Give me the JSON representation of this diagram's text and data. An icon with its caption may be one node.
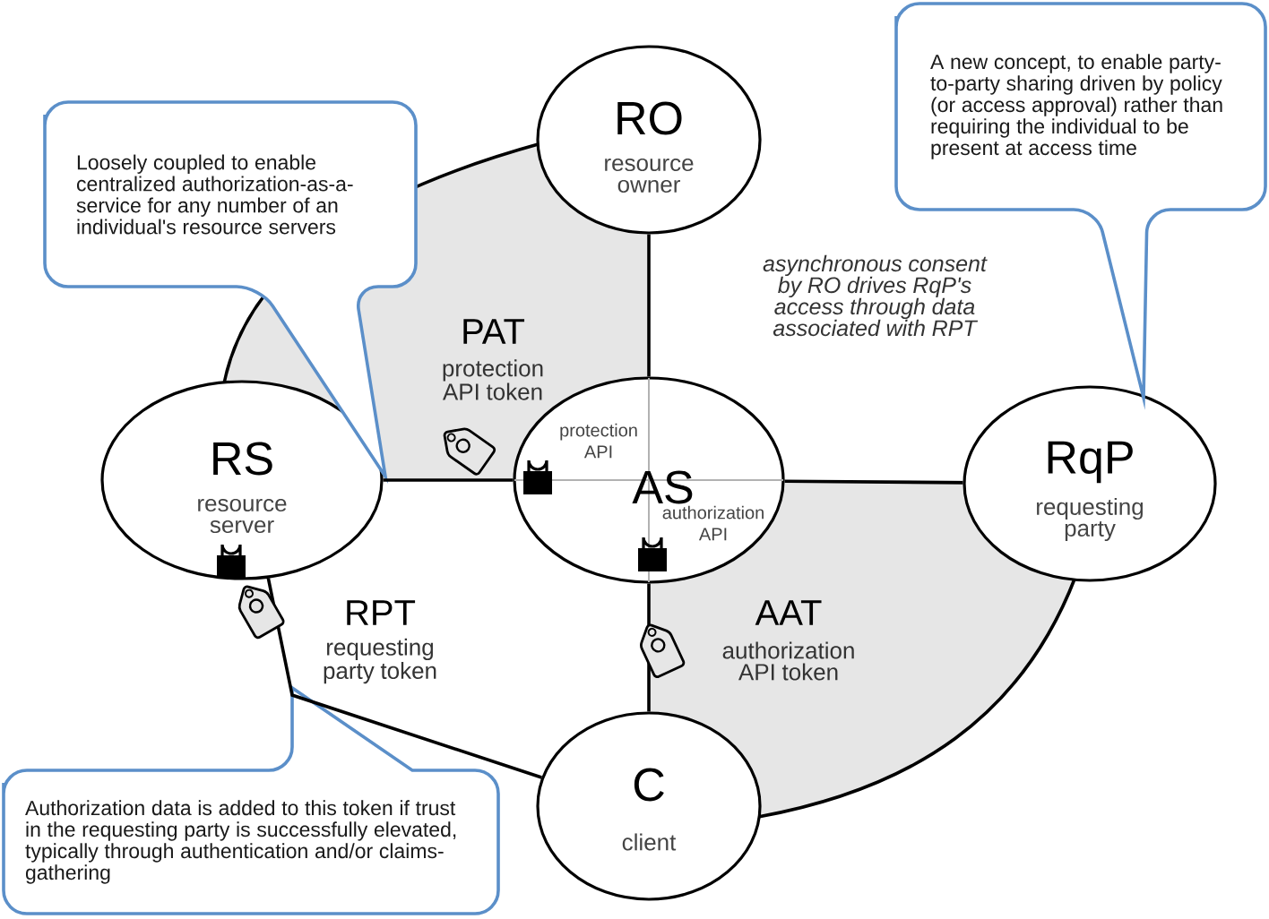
{
  "diagram": {
    "nodes": [
      {
        "text": [
          "RO",
          "resource owner"
        ]
      },
      {
        "text": [
          "RS",
          "resource server"
        ]
      },
      {
        "text": [
          "protection API",
          "AS",
          "authorization API"
        ]
      },
      {
        "text": [
          "RqP",
          "requesting party"
        ]
      },
      {
        "text": [
          "C",
          "client"
        ]
      },
      {
        "text": [
          "Loosely coupled to enable centralized authorization-as-a-service for any number of an individual's resource servers"
        ]
      },
      {
        "text": [
          "A new concept, to enable party-to-party sharing driven by policy (or access approval) rather than requiring the individual to be present at access time"
        ]
      },
      {
        "text": [
          "Authorization data is added to this token if trust in the requesting party is successfully elevated, typically through authentication and/or claims-gathering"
        ]
      }
    ],
    "edges": [
      {
        "from": 1,
        "to": 2,
        "arrow": "none"
      },
      {
        "from": 0,
        "to": 2,
        "arrow": "none"
      },
      {
        "from": 2,
        "to": 3,
        "arrow": "none"
      },
      {
        "from": 2,
        "to": 4,
        "arrow": "none"
      },
      {
        "from": 1,
        "to": 4,
        "arrow": "none"
      }
    ],
    "labels": [
      "PAT",
      "protection API token",
      "RPT",
      "requesting party token",
      "AAT",
      "authorization API token",
      "asynchronous consent by RO drives RqP's access through data associated with RPT"
    ]
  }
}
